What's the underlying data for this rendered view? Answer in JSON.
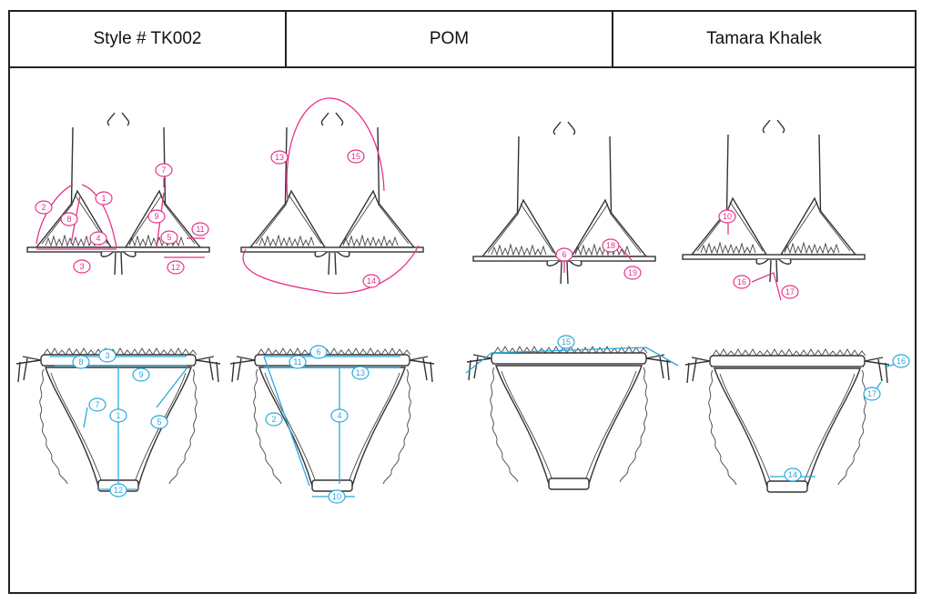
{
  "header": {
    "style_label": "Style # TK002",
    "section_label": "POM",
    "designer": "Tamara Khalek"
  },
  "colors": {
    "top_measure": "#e6338a",
    "bottom_measure": "#29a9dd",
    "outline": "#333333"
  },
  "measurement_points": {
    "top_view_1": [
      "1",
      "2",
      "3",
      "4",
      "5",
      "7",
      "8",
      "9",
      "11",
      "12"
    ],
    "top_view_2": [
      "13",
      "14",
      "15"
    ],
    "top_view_3": [
      "6",
      "18",
      "19"
    ],
    "top_view_4": [
      "10",
      "16",
      "17"
    ],
    "bottom_view_1": [
      "1",
      "3",
      "5",
      "7",
      "8",
      "9",
      "12"
    ],
    "bottom_view_2": [
      "2",
      "4",
      "6",
      "10",
      "11",
      "13"
    ],
    "bottom_view_3": [
      "15"
    ],
    "bottom_view_4": [
      "14",
      "16",
      "17"
    ]
  }
}
